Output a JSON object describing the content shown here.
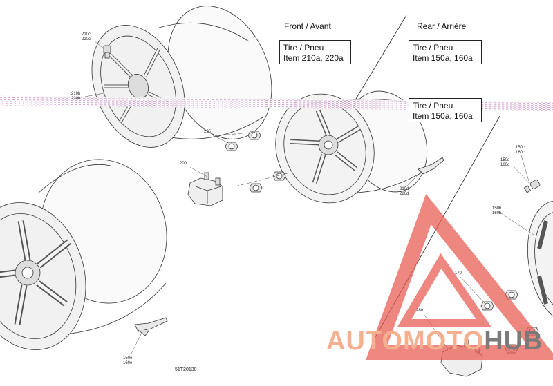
{
  "headings": {
    "front": "Front / Avant",
    "rear": "Rear / Arrière"
  },
  "tire_boxes": {
    "front": {
      "line1": "Tire / Pneu",
      "line2": "Item 210a, 220a"
    },
    "rear_top": {
      "line1": "Tire / Pneu",
      "line2": "Item 150a, 160a"
    },
    "rear_mid": {
      "line1": "Tire / Pneu",
      "line2": "Item 150a, 160a"
    }
  },
  "callouts": {
    "c210c": {
      "a": "210c",
      "b": "220c"
    },
    "c210b": {
      "a": "210b",
      "b": "220b"
    },
    "c225": "225",
    "c200": "200",
    "c210d": {
      "a": "210d",
      "b": "220d"
    },
    "c150c": {
      "a": "150c",
      "b": "160c"
    },
    "c150d": {
      "a": "150d",
      "b": "160d"
    },
    "c150b": {
      "a": "150b",
      "b": "160b"
    },
    "c170": "170",
    "c280": "280",
    "c150e": {
      "a": "150e",
      "b": "160e"
    }
  },
  "drawing_number": "51T20130",
  "watermark": {
    "part1": "AUTOMOTO",
    "part2": "HUB",
    "color_main": "#f5b08f",
    "color_accent": "#7a7a7a",
    "logo_color": "#e85a4f"
  }
}
